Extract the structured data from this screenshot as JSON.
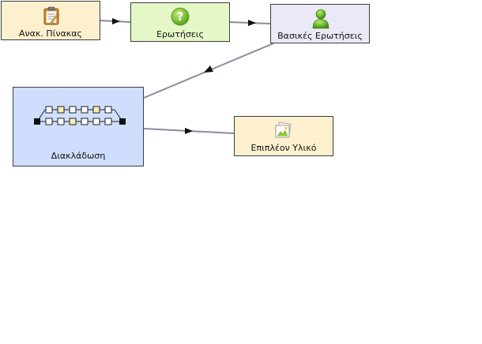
{
  "nodes": {
    "board": {
      "label": "Ανακ. Πίνακας",
      "icon": "clipboard-icon",
      "color": "#fdf0cf"
    },
    "questions": {
      "label": "Ερωτήσεις",
      "icon": "question-icon",
      "color": "#e5f7c7"
    },
    "basic_questions": {
      "label": "Βασικές Ερωτήσεις",
      "icon": "user-icon",
      "color": "#ebe9f7"
    },
    "branching": {
      "label": "Διακλάδωση",
      "icon": "branching-icon",
      "color": "#cfdefd"
    },
    "extra_material": {
      "label": "Επιπλέον Υλικό",
      "icon": "image-resource-icon",
      "color": "#fdf0cf"
    }
  },
  "edges": [
    {
      "from": "board",
      "to": "questions"
    },
    {
      "from": "questions",
      "to": "basic_questions"
    },
    {
      "from": "basic_questions",
      "to": "branching"
    },
    {
      "from": "branching",
      "to": "extra_material"
    }
  ],
  "colors": {
    "edge": "#8a8aa0",
    "arrowhead": "#111111",
    "border": "#3d3d3d"
  }
}
